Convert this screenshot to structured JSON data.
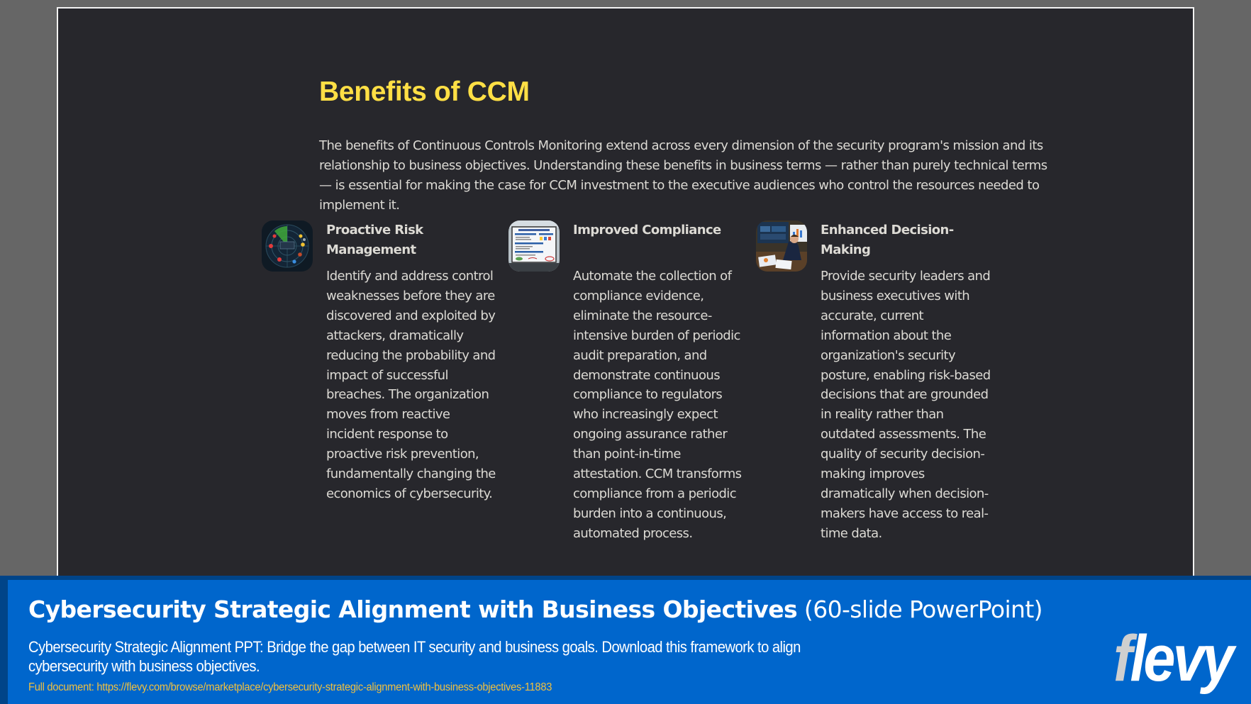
{
  "slide": {
    "title": "Benefits of CCM",
    "intro": "The benefits of Continuous Controls Monitoring extend across every dimension of the security program's mission and its relationship to business objectives. Understanding these benefits in business terms — rather than purely technical terms — is essential for making the case for CCM investment to the executive audiences who control the resources needed to implement it.",
    "colors": {
      "background": "#27272c",
      "title": "#ffdf45",
      "text": "#dcdad4"
    },
    "benefits": [
      {
        "icon": "radar-icon",
        "heading": "Proactive Risk Management",
        "body": "Identify and address control weaknesses before they are discovered and exploited by attackers, dramatically reducing the probability and impact of successful breaches. The organization moves from reactive incident response to proactive risk prevention, fundamentally changing the economics of cybersecurity."
      },
      {
        "icon": "compliance-checklist-icon",
        "heading": "Improved Compliance",
        "body": "Automate the collection of compliance evidence, eliminate the resource-intensive burden of periodic audit preparation, and demonstrate continuous compliance to regulators who increasingly expect ongoing assurance rather than point-in-time attestation. CCM transforms compliance from a periodic burden into a continuous, automated process."
      },
      {
        "icon": "executive-dashboard-icon",
        "heading": "Enhanced Decision-Making",
        "body": "Provide security leaders and business executives with accurate, current information about the organization's security posture, enabling risk-based decisions that are grounded in reality rather than outdated assessments. The quality of security decision-making improves dramatically when decision-makers have access to real-time data."
      }
    ]
  },
  "banner": {
    "title_bold": "Cybersecurity Strategic Alignment with Business Objectives",
    "title_light": "(60-slide PowerPoint)",
    "description": "Cybersecurity Strategic Alignment PPT: Bridge the gap between IT security and business goals. Download this framework to align cybersecurity with business objectives.",
    "url_label": "Full document: https://flevy.com/browse/marketplace/cybersecurity-strategic-alignment-with-business-objectives-11883",
    "logo_f": "f",
    "logo_rest": "levy",
    "colors": {
      "fill": "#0066cc",
      "edge": "#004488",
      "url": "#f0c040"
    }
  }
}
